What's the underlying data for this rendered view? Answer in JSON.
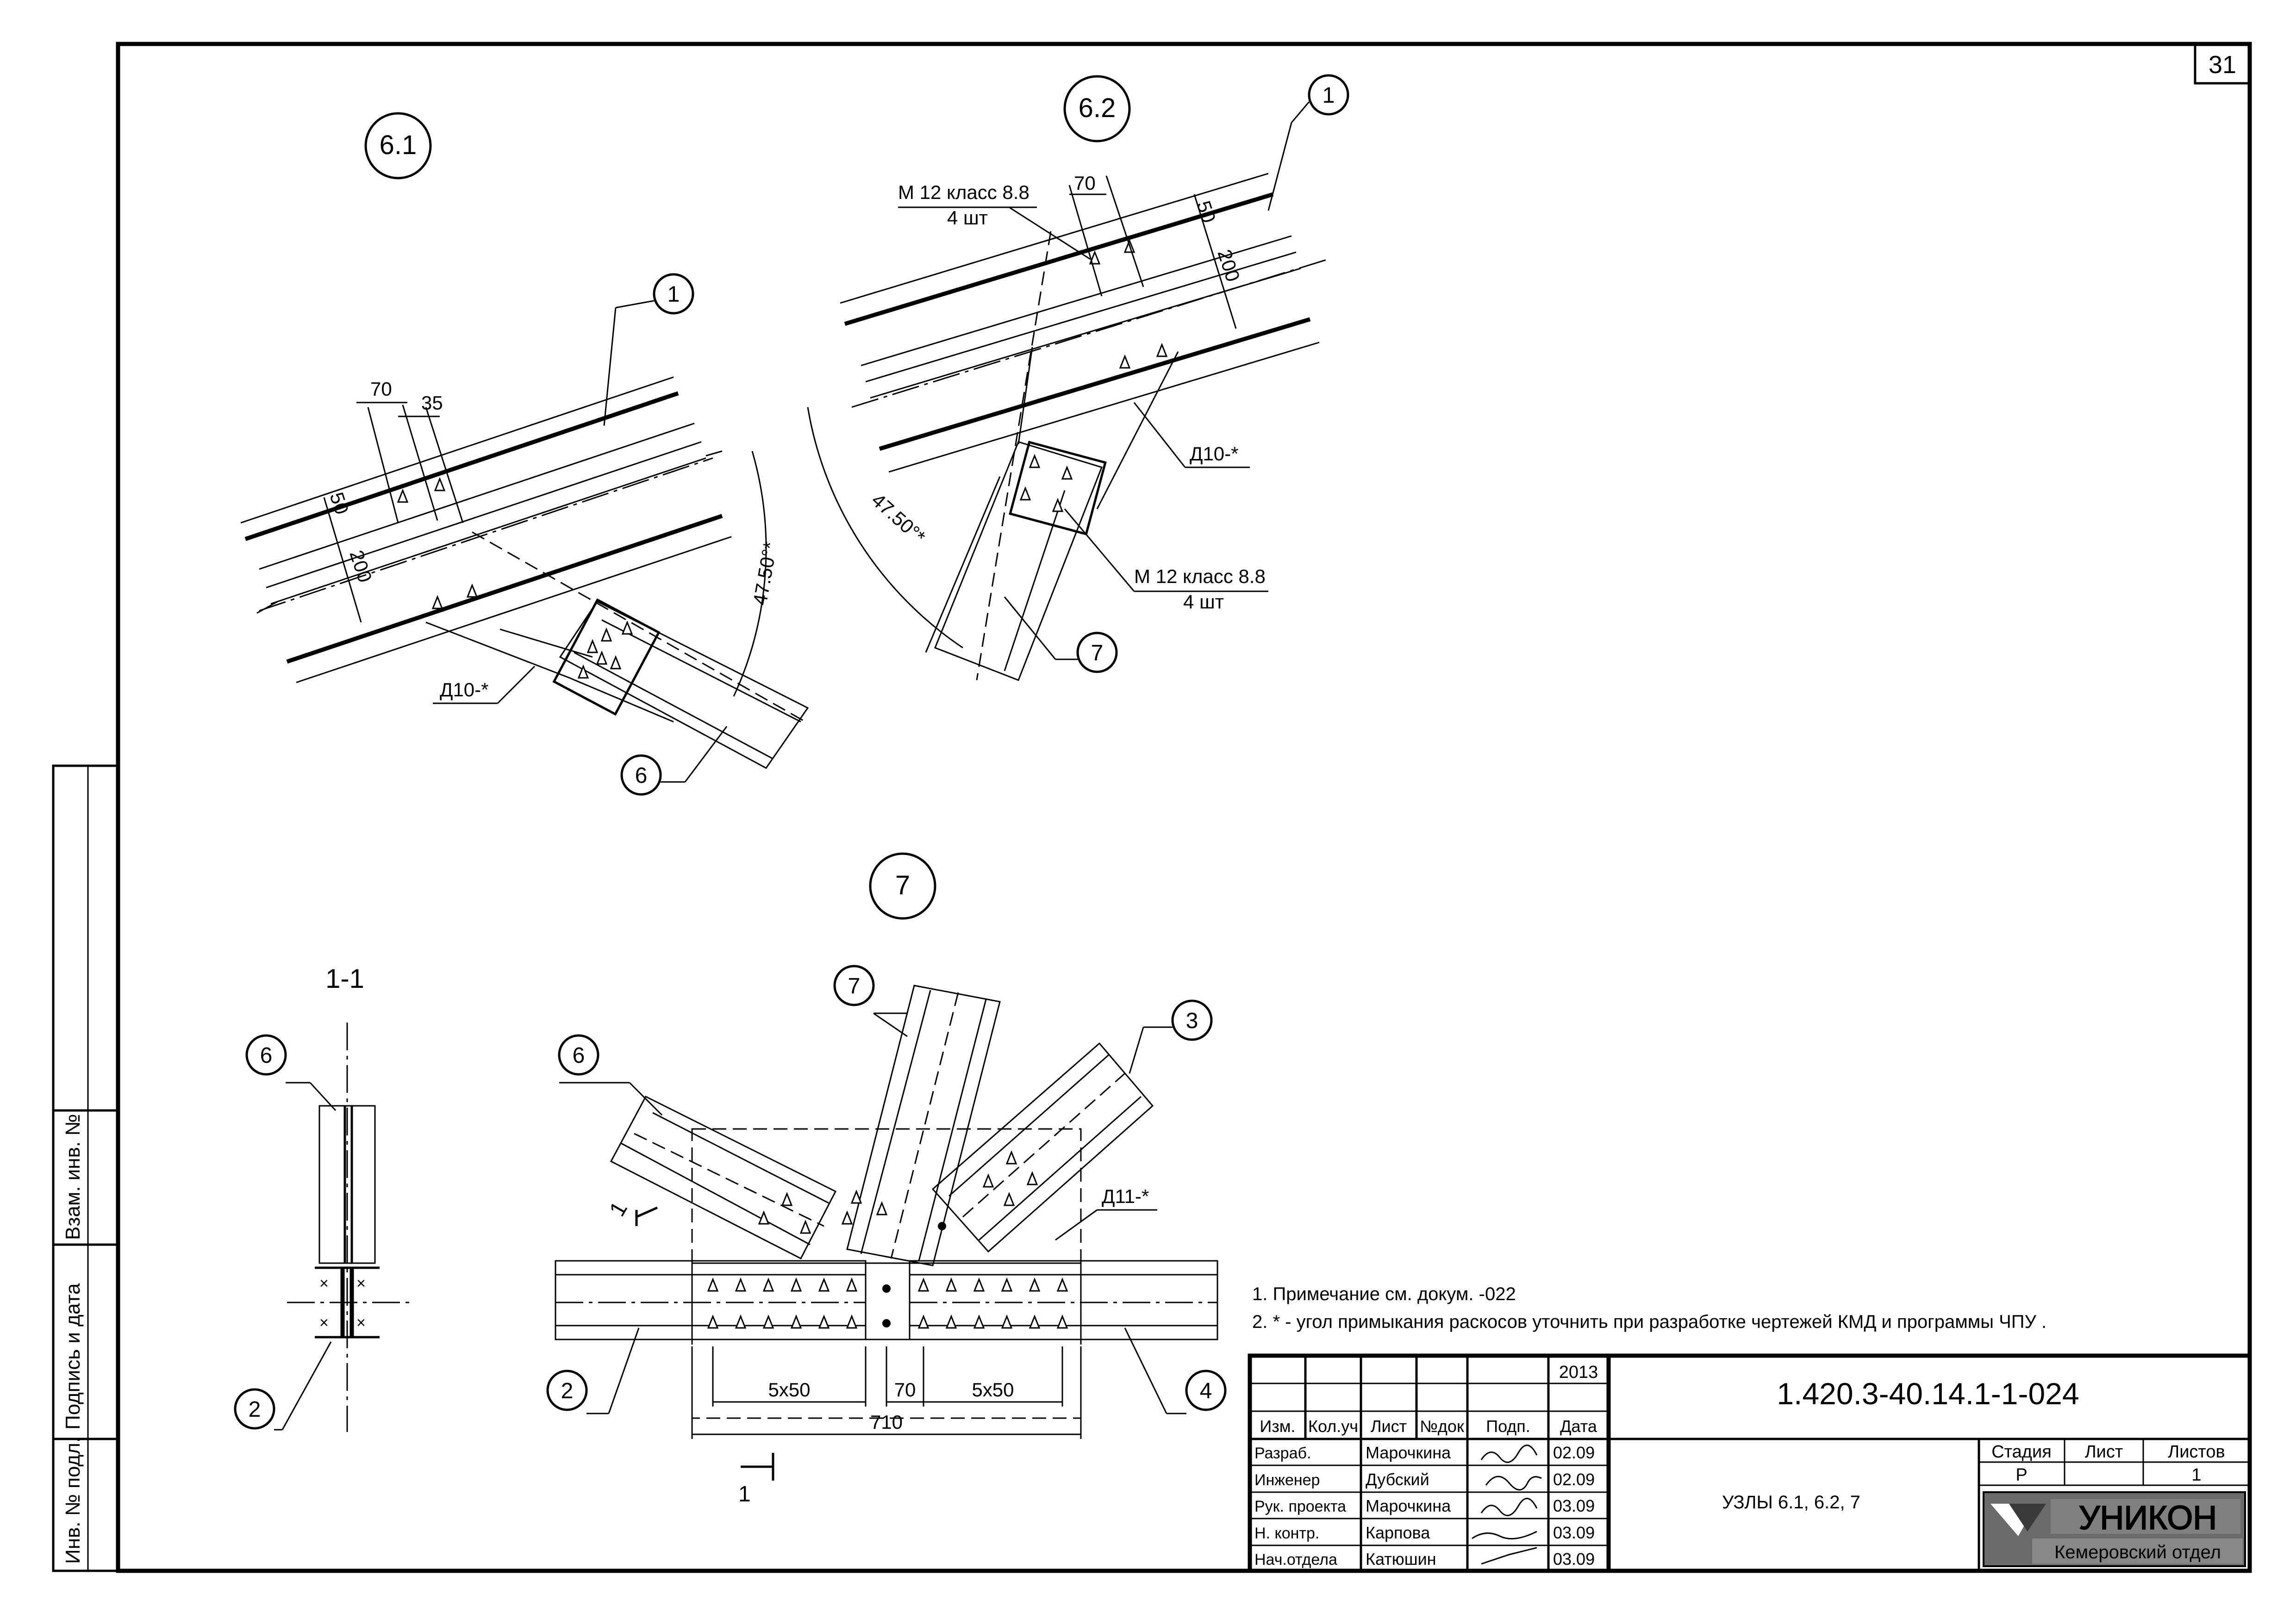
{
  "sheet": {
    "sheet_number": "31",
    "side_stamp": {
      "inv_no_podl": "Инв. № подл.",
      "sign_date": "Подпись и дата",
      "vzam_inv": "Взам. инв. №"
    }
  },
  "views": {
    "node_6_1": {
      "label": "6.1",
      "callouts": [
        "1",
        "6"
      ],
      "dims": {
        "d70": "70",
        "d35": "35",
        "d50": "50",
        "d200": "200"
      },
      "angle": "47.50°*",
      "gusset": "Д10-*"
    },
    "node_6_2": {
      "label": "6.2",
      "callouts": [
        "1",
        "7"
      ],
      "bolts_top": {
        "spec": "М 12  класс 8.8",
        "qty": "4 шт"
      },
      "bolts_bottom": {
        "spec": "М 12  класс 8.8",
        "qty": "4 шт"
      },
      "dims": {
        "d70": "70",
        "d50": "50",
        "d200": "200"
      },
      "angle": "47.50°*",
      "gusset": "Д10-*"
    },
    "node_7": {
      "label": "7",
      "callouts": [
        "7",
        "3",
        "6",
        "2",
        "4"
      ],
      "gusset": "Д11-*",
      "dims": {
        "left": "5x50",
        "mid": "70",
        "right": "5x50",
        "total": "710"
      },
      "section_mark": "1"
    },
    "section_1_1": {
      "label": "1-1",
      "callouts": [
        "6",
        "2"
      ]
    }
  },
  "notes": [
    "1. Примечание см. докум. -022",
    "2. * - угол примыкания раскосов уточнить при разработке чертежей КМД и программы ЧПУ  ."
  ],
  "title_block": {
    "year": "2013",
    "headers": [
      "Изм.",
      "Кол.уч",
      "Лист",
      "№док",
      "Подп.",
      "Дата"
    ],
    "rows": [
      {
        "role": "Разраб.",
        "name": "Марочкина",
        "date": "02.09"
      },
      {
        "role": "Инженер",
        "name": "Дубский",
        "date": "02.09"
      },
      {
        "role": "Рук. проекта",
        "name": "Марочкина",
        "date": "03.09"
      },
      {
        "role": "Н. контр.",
        "name": "Карпова",
        "date": "03.09"
      },
      {
        "role": "Нач.отдела",
        "name": "Катюшин",
        "date": "03.09"
      }
    ],
    "doc_code": "1.420.3-40.14.1-1-024",
    "title": "УЗЛЫ 6.1, 6.2, 7",
    "stage_header": "Стадия",
    "sheet_header": "Лист",
    "sheets_header": "Листов",
    "stage": "Р",
    "sheets": "1",
    "company": "УНИКОН",
    "department": "Кемеровский отдел"
  }
}
